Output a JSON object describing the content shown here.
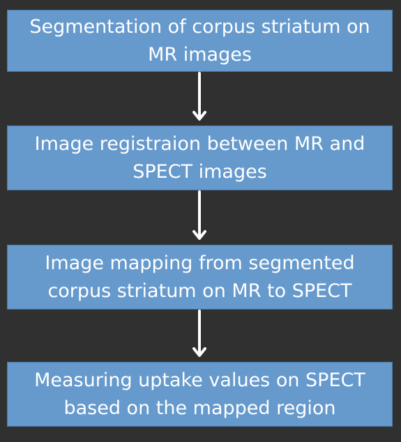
{
  "diagram": {
    "steps": [
      {
        "text": "Segmentation of corpus striatum on MR images"
      },
      {
        "text": "Image registraion between MR and SPECT images"
      },
      {
        "text": "Image mapping from segmented corpus striatum on MR to SPECT"
      },
      {
        "text": "Measuring uptake values on SPECT based on the mapped region"
      }
    ],
    "arrow_color": "#ffffff",
    "box_color": "#6699cc",
    "background_color": "#303030"
  }
}
